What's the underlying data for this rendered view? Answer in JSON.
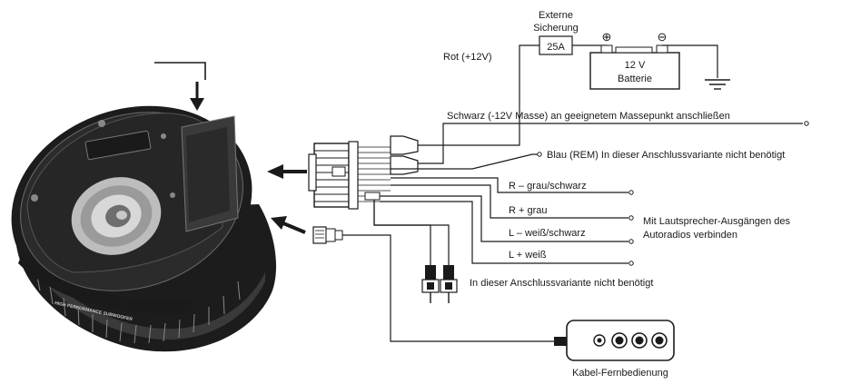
{
  "fuse": {
    "title_line1": "Externe",
    "title_line2": "Sicherung",
    "rating": "25A"
  },
  "battery": {
    "voltage": "12 V",
    "name": "Batterie",
    "plus_symbol": "⊕",
    "minus_symbol": "⊖"
  },
  "wires": {
    "red": "Rot (+12V)",
    "black": "Schwarz (-12V Masse) an geeignetem Massepunkt anschließen",
    "blue": "Blau (REM) In dieser Anschlussvariante nicht benötigt",
    "r_minus": "R – grau/schwarz",
    "r_plus": "R + grau",
    "l_minus": "L – weiß/schwarz",
    "l_plus": "L + weiß"
  },
  "speaker_note_line1": "Mit Lautsprecher-Ausgängen des",
  "speaker_note_line2": "Autoradios verbinden",
  "rca_note": "In dieser Anschlussvariante nicht benötigt",
  "remote": "Kabel-Fernbedienung",
  "subwoofer_badge": "HIGH PERFORMANCE SUBWOOFER"
}
